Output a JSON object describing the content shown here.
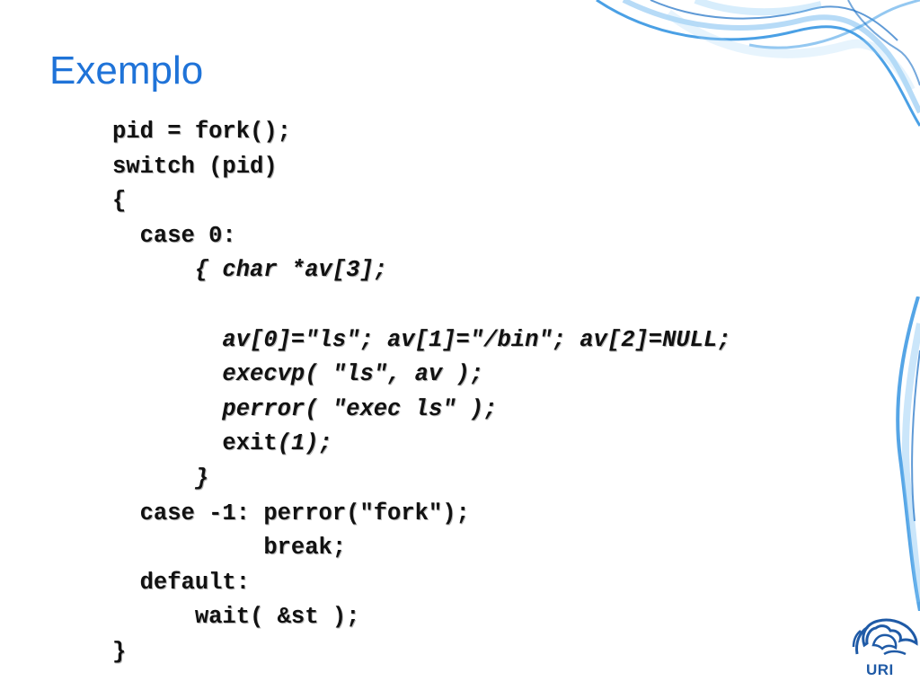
{
  "slide": {
    "title": "Exemplo",
    "code_lines": [
      [
        {
          "text": "pid = fork();",
          "italic": false
        }
      ],
      [
        {
          "text": "switch (pid)",
          "italic": false
        }
      ],
      [
        {
          "text": "{",
          "italic": false
        }
      ],
      [
        {
          "text": "  case 0:",
          "italic": false
        }
      ],
      [
        {
          "text": "      { char *av[3];",
          "italic": true
        }
      ],
      [
        {
          "text": "",
          "italic": false
        }
      ],
      [
        {
          "text": "        av[0]=\"ls\"; av[1]=\"/bin\"; av[2]=NULL;",
          "italic": true
        }
      ],
      [
        {
          "text": "        execvp( \"ls\", av );",
          "italic": true
        }
      ],
      [
        {
          "text": "        perror( \"exec ls\" );",
          "italic": true
        }
      ],
      [
        {
          "text": "        exit",
          "italic": false
        },
        {
          "text": "(1);",
          "italic": true
        }
      ],
      [
        {
          "text": "      }",
          "italic": true
        }
      ],
      [
        {
          "text": "  case -1: perror(\"fork\");",
          "italic": false
        }
      ],
      [
        {
          "text": "           break;",
          "italic": false
        }
      ],
      [
        {
          "text": "  default:",
          "italic": false
        }
      ],
      [
        {
          "text": "      wait( &st );",
          "italic": false
        }
      ],
      [
        {
          "text": "}",
          "italic": false
        }
      ]
    ]
  },
  "logo": {
    "text": "URI",
    "icon": "uri-logo-icon",
    "color": "#1f5aa6"
  },
  "theme": {
    "title_color": "#1f73d8",
    "decoration_color": "#2a8fe0"
  }
}
